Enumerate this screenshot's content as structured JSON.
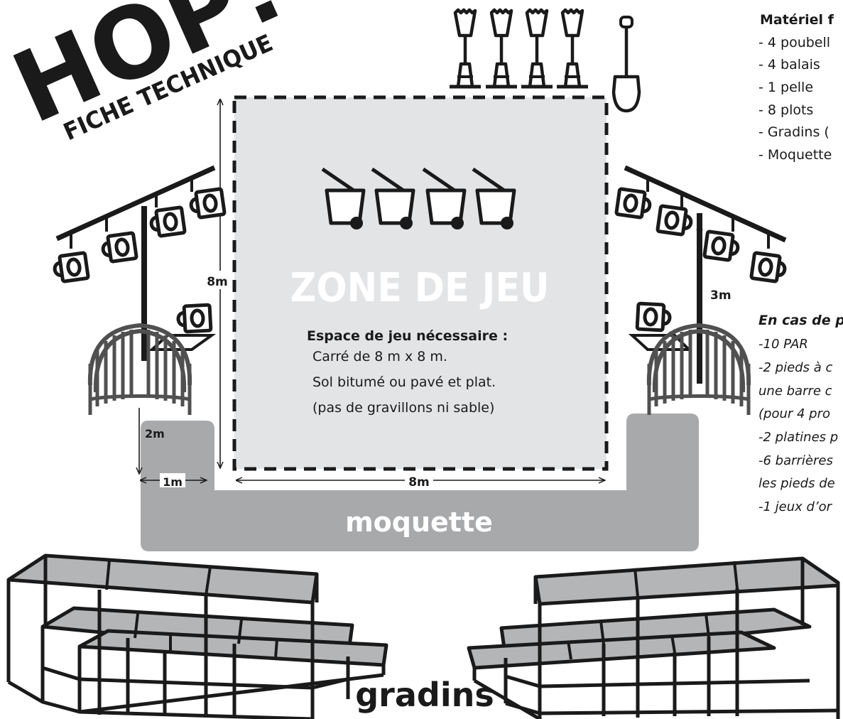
{
  "logo": {
    "main": "HOP!",
    "sub": "FICHE TECHNIQUE"
  },
  "zone": {
    "title": "ZONE DE JEU",
    "heading": "Espace de jeu nécessaire :",
    "lines": [
      "Carré de 8 m x 8 m.",
      "Sol bitumé ou pavé et plat.",
      "(pas de gravillons ni sable)"
    ]
  },
  "dimensions": {
    "height_8m": "8m",
    "width_8m": "8m",
    "height_2m": "2m",
    "width_1m": "1m",
    "pole_3m": "3m"
  },
  "carpet_label": "moquette",
  "bleachers_label": "gradins",
  "materiel": {
    "title": "Matériel f",
    "items": [
      "- 4 poubell",
      "- 4 balais",
      "- 1 pelle",
      "- 8 plots",
      "- Gradins (",
      "- Moquette"
    ]
  },
  "lighting": {
    "title": "En cas de p",
    "items": [
      "-10 PAR",
      "-2 pieds à c",
      "une barre c",
      "(pour 4 pro",
      "-2 platines p",
      "-6 barrières",
      "les pieds de",
      "-1 jeux d’or"
    ]
  },
  "colors": {
    "ink": "#1a1a1a",
    "zone_fill": "#e3e4e6",
    "carpet": "#a8a9ab",
    "barrier": "#505050",
    "platform": "#b4b5b7"
  },
  "icons": [
    "trash-can-icon",
    "broom-icon",
    "shovel-icon",
    "traffic-cone-icon",
    "spotlight-icon",
    "crowd-barrier-icon",
    "lighting-stand-icon",
    "bleacher-icon"
  ]
}
